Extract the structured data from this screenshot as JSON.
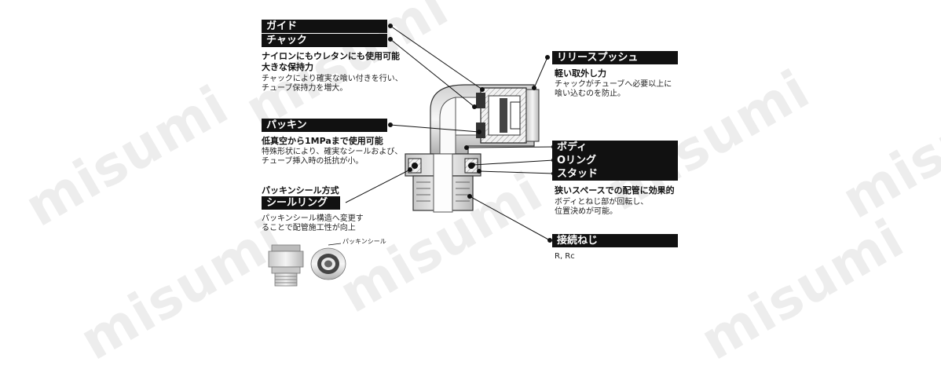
{
  "watermark": "misumi",
  "callouts": {
    "guide": {
      "label": "ガイド"
    },
    "chuck": {
      "label": "チャック",
      "headline1": "ナイロンにもウレタンにも使用可能",
      "headline2": "大きな保持力",
      "desc1": "チャックにより確実な喰い付きを行い、",
      "desc2": "チューブ保持力を増大。"
    },
    "packing": {
      "label": "パッキン",
      "headline": "低真空から1MPaまで使用可能",
      "desc1": "特殊形状により、確実なシールおよび、",
      "desc2": "チューブ挿入時の抵抗が小。"
    },
    "seal_ring": {
      "caption": "パッキンシール方式",
      "label": "シールリング",
      "desc1": "パッキンシール構造へ変更す",
      "desc2": "ることで配管施工性が向上",
      "photo_label": "パッキンシール"
    },
    "release_push": {
      "label": "リリースプッシュ",
      "headline": "軽い取外し力",
      "desc1": "チャックがチューブへ必要以上に",
      "desc2": "喰い込むのを防止。"
    },
    "body": {
      "label": "ボディ"
    },
    "o_ring": {
      "label": "Oリング"
    },
    "stud": {
      "label": "スタッド",
      "headline": "狭いスペースでの配管に効果的",
      "desc1": "ボディとねじ部が回転し、",
      "desc2": "位置決めが可能。"
    },
    "thread": {
      "label": "接続ねじ",
      "desc": "R, Rc"
    }
  }
}
